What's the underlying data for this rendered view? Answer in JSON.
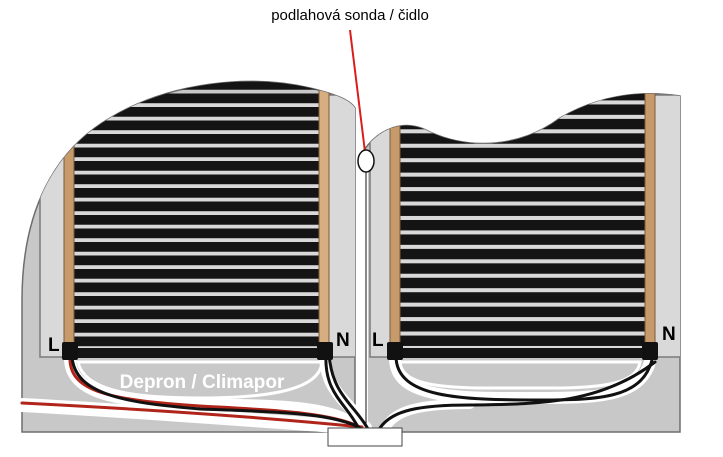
{
  "sensor_label": "podlahová sonda / čidlo",
  "insulation_label": "Depron / Climapor",
  "left_mat": {
    "left_pole": "L",
    "right_pole": "N",
    "strips": 20
  },
  "right_mat": {
    "left_pole": "L",
    "right_pole": "N",
    "strips": 18
  },
  "colors": {
    "floor_fill": "#c8c8c8",
    "floor_stroke": "#6e6e6e",
    "heating_film": "#141414",
    "film_gap": "#ffffff",
    "copper_busbar": "#c79a6b",
    "sensor_wire": "#d91e1e",
    "cable_black": "#111111",
    "cable_red": "#b0241a"
  }
}
